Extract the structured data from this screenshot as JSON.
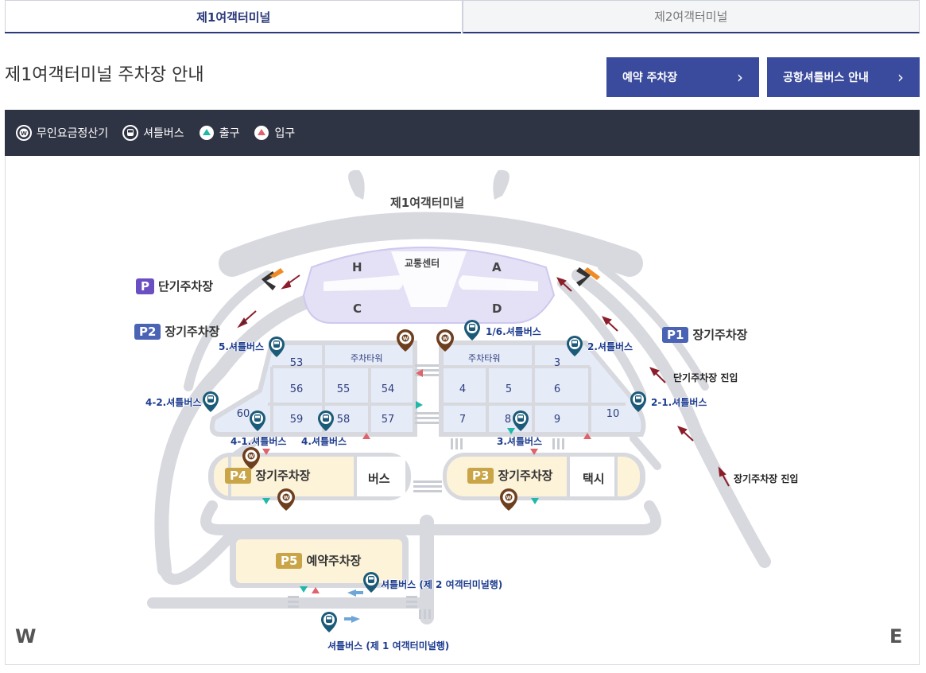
{
  "tabs": [
    {
      "label": "제1여객터미널",
      "active": true
    },
    {
      "label": "제2여객터미널",
      "active": false
    }
  ],
  "page_title": "제1여객터미널 주차장 안내",
  "buttons": {
    "reserve": "예약 주차장",
    "shuttle": "공항셔틀버스 안내"
  },
  "legend": [
    {
      "icon": "w-pay-icon",
      "label": "무인요금정산기"
    },
    {
      "icon": "bus-icon",
      "label": "셔틀버스"
    },
    {
      "icon": "exit-triangle-icon",
      "label": "출구"
    },
    {
      "icon": "entry-triangle-icon",
      "label": "입구"
    }
  ],
  "map": {
    "terminal": "제1여객터미널",
    "transport_center": "교통센터",
    "zones": {
      "h": "H",
      "a": "A",
      "c": "C",
      "d": "D"
    },
    "short_term": {
      "badge": "P",
      "label": "단기주차장"
    },
    "p2": {
      "badge": "P2",
      "label": "장기주차장"
    },
    "p1": {
      "badge": "P1",
      "label": "장기주차장"
    },
    "p3": {
      "badge": "P3",
      "label": "장기주차장"
    },
    "p4": {
      "badge": "P4",
      "label": "장기주차장"
    },
    "p5": {
      "badge": "P5",
      "label": "예약주차장"
    },
    "bus_area": "버스",
    "taxi_area": "택시",
    "parking_tower": "주차타워",
    "blocks": [
      "53",
      "56",
      "55",
      "54",
      "60",
      "59",
      "58",
      "57",
      "4",
      "5",
      "6",
      "3",
      "7",
      "8",
      "9",
      "10"
    ],
    "shuttle_stops": {
      "s16": "1/6.셔틀버스",
      "s5": "5.셔틀버스",
      "s2": "2.셔틀버스",
      "s42": "4-2.셔틀버스",
      "s21": "2-1.셔틀버스",
      "s41": "4-1.셔틀버스",
      "s4": "4.셔틀버스",
      "s3": "3.셔틀버스",
      "to_t2": "셔틀버스 (제 2 여객터미널행)",
      "to_t1": "셔틀버스 (제 1 여객터미널행)"
    },
    "short_term_entry": "단기주차장 진입",
    "long_term_entry": "장기주차장 진입",
    "west": "W",
    "east": "E"
  },
  "colors": {
    "navy": "#2b3a7a",
    "button": "#3a4a9c",
    "legend_bg": "#2f3445",
    "road": "#d7d9de",
    "terminal_purple": "#e4e0f5",
    "parking_blue": "#e6ebf8",
    "parking_cream": "#fdf3d8",
    "p_purple": "#6a4fc2",
    "p_blue": "#4a63b4",
    "p_gold": "#c9a548",
    "pay_brown": "#6e3f1e",
    "bus_teal": "#1b5a78",
    "exit_teal": "#22b8a8",
    "entry_red": "#e0626a"
  }
}
